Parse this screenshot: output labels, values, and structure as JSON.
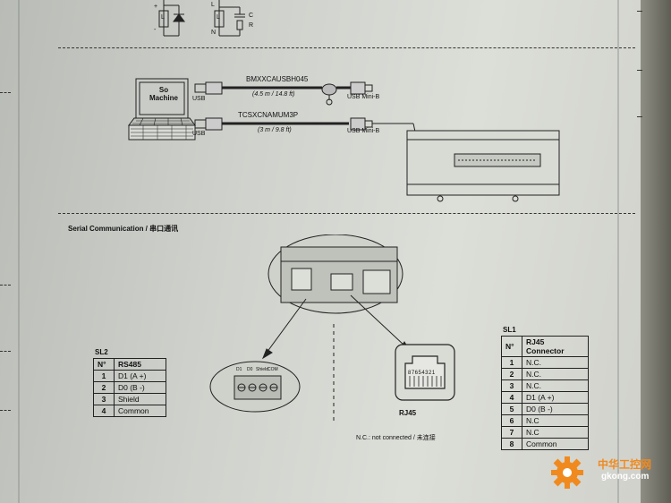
{
  "circuits": {
    "left": {
      "plus": "+",
      "minus": "-",
      "load": "L"
    },
    "right": {
      "l_label": "L",
      "n_label": "N",
      "load": "L",
      "c_label": "C",
      "r_label": "R"
    }
  },
  "usb_section": {
    "computer_label": "So\nMachine",
    "cable1": {
      "name": "BMXXCAUSBH045",
      "length": "(4.5 m / 14.8 ft)",
      "left_port": "USB",
      "right_port": "USB Mini-B"
    },
    "cable2": {
      "name": "TCSXCNAMUM3P",
      "length": "(3 m / 9.8 ft)",
      "left_port": "USB",
      "right_port": "USB Mini-B"
    }
  },
  "serial": {
    "title": "Serial Communication / 串口通讯",
    "terminal_labels": [
      "D1",
      "D0",
      "Shield",
      "COM"
    ],
    "rj45_pins": "87654321",
    "rj45_label": "RJ45",
    "nc_note": "N.C.: not connected / 未连接",
    "sl2": {
      "title": "SL2",
      "header": [
        "N°",
        "RS485"
      ],
      "rows": [
        [
          "1",
          "D1 (A +)"
        ],
        [
          "2",
          "D0 (B -)"
        ],
        [
          "3",
          "Shield"
        ],
        [
          "4",
          "Common"
        ]
      ]
    },
    "sl1": {
      "title": "SL1",
      "header": [
        "N°",
        "RJ45 Connector"
      ],
      "rows": [
        [
          "1",
          "N.C."
        ],
        [
          "2",
          "N.C."
        ],
        [
          "3",
          "N.C."
        ],
        [
          "4",
          "D1 (A +)"
        ],
        [
          "5",
          "D0 (B -)"
        ],
        [
          "6",
          "N.C"
        ],
        [
          "7",
          "N.C"
        ],
        [
          "8",
          "Common"
        ]
      ]
    }
  },
  "watermark": {
    "cn": "中华工控网",
    "url": "gkong.com"
  },
  "colors": {
    "paper": "#d3d5cf",
    "ink": "#111111",
    "watermark_orange": "#f08a1e"
  }
}
